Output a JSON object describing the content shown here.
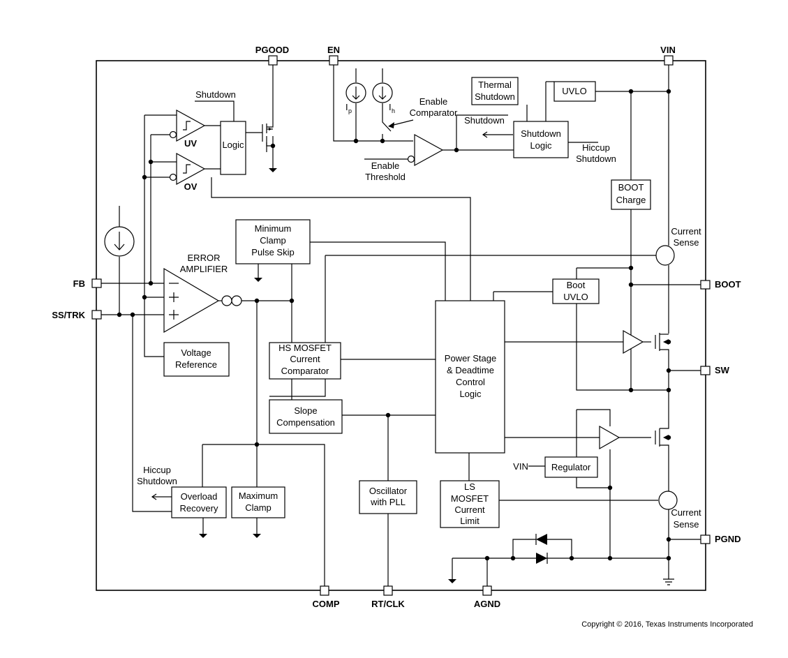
{
  "pins": {
    "pgood": "PGOOD",
    "en": "EN",
    "vin": "VIN",
    "fb": "FB",
    "sstrk": "SS/TRK",
    "boot": "BOOT",
    "sw": "SW",
    "pgnd": "PGND",
    "comp": "COMP",
    "rtclk": "RT/CLK",
    "agnd": "AGND"
  },
  "blocks": {
    "logic": "Logic",
    "thermal": [
      "Thermal",
      "Shutdown"
    ],
    "uvlo": "UVLO",
    "shutdown_logic": [
      "Shutdown",
      "Logic"
    ],
    "boot_charge": [
      "BOOT",
      "Charge"
    ],
    "min_clamp": [
      "Minimum",
      "Clamp",
      "Pulse Skip"
    ],
    "boot_uvlo": [
      "Boot",
      "UVLO"
    ],
    "hs_comp": [
      "HS MOSFET",
      "Current",
      "Comparator"
    ],
    "power_stage": [
      "Power Stage",
      "& Deadtime",
      "Control",
      "Logic"
    ],
    "voltage_ref": [
      "Voltage",
      "Reference"
    ],
    "slope": [
      "Slope",
      "Compensation"
    ],
    "oscillator": [
      "Oscillator",
      "with PLL"
    ],
    "ls_limit": [
      "LS",
      "MOSFET",
      "Current",
      "Limit"
    ],
    "regulator": "Regulator",
    "overload": [
      "Overload",
      "Recovery"
    ],
    "max_clamp": [
      "Maximum",
      "Clamp"
    ]
  },
  "labels": {
    "shutdown_top": "Shutdown",
    "uv": "UV",
    "ov": "OV",
    "ip": "I",
    "ip_sub": "p",
    "ih": "I",
    "ih_sub": "h",
    "enable_comparator": [
      "Enable",
      "Comparator"
    ],
    "shutdown_arrow": "Shutdown",
    "enable_threshold": [
      "Enable",
      "Threshold"
    ],
    "hiccup_shutdown_in": [
      "Hiccup",
      "Shutdown"
    ],
    "current_sense_top": [
      "Current",
      "Sense"
    ],
    "error_amp": [
      "ERROR",
      "AMPLIFIER"
    ],
    "vin_reg": "VIN",
    "hiccup_shutdown_out": [
      "Hiccup",
      "Shutdown"
    ],
    "current_sense_bottom": [
      "Current",
      "Sense"
    ]
  },
  "copyright": "Copyright © 2016, Texas Instruments Incorporated"
}
